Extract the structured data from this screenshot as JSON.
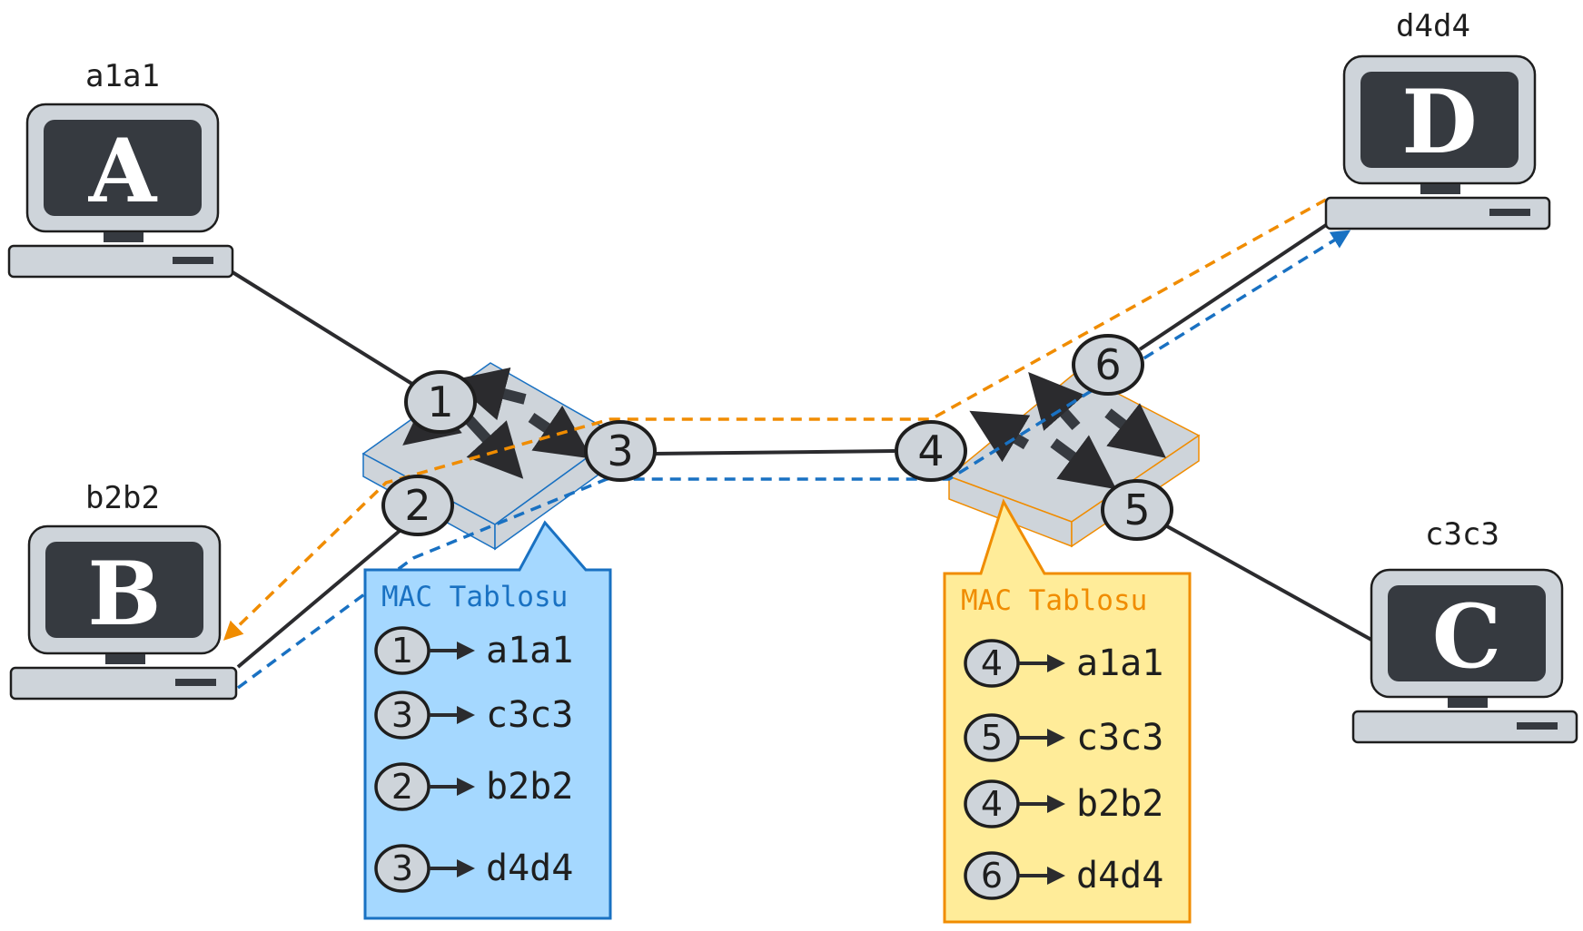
{
  "hosts": {
    "a": {
      "letter": "A",
      "mac": "a1a1"
    },
    "b": {
      "letter": "B",
      "mac": "b2b2"
    },
    "c": {
      "letter": "C",
      "mac": "c3c3"
    },
    "d": {
      "letter": "D",
      "mac": "d4d4"
    }
  },
  "switch_left": {
    "ports": [
      "1",
      "2",
      "3"
    ],
    "table": {
      "title": "MAC Tablosu",
      "rows": [
        {
          "port": "1",
          "mac": "a1a1"
        },
        {
          "port": "3",
          "mac": "c3c3"
        },
        {
          "port": "2",
          "mac": "b2b2"
        },
        {
          "port": "3",
          "mac": "d4d4"
        }
      ]
    }
  },
  "switch_right": {
    "ports": [
      "4",
      "5",
      "6"
    ],
    "table": {
      "title": "MAC Tablosu",
      "rows": [
        {
          "port": "4",
          "mac": "a1a1"
        },
        {
          "port": "5",
          "mac": "c3c3"
        },
        {
          "port": "4",
          "mac": "b2b2"
        },
        {
          "port": "6",
          "mac": "d4d4"
        }
      ]
    }
  },
  "colors": {
    "cable": "#2b2b2e",
    "screen": "#363a40",
    "monitor_body": "#ced4da",
    "left_accent": "#1971c2",
    "left_table_bg": "#a5d8ff",
    "right_accent": "#f08c00",
    "right_table_bg": "#ffec99",
    "port_fill": "#ced4da"
  }
}
